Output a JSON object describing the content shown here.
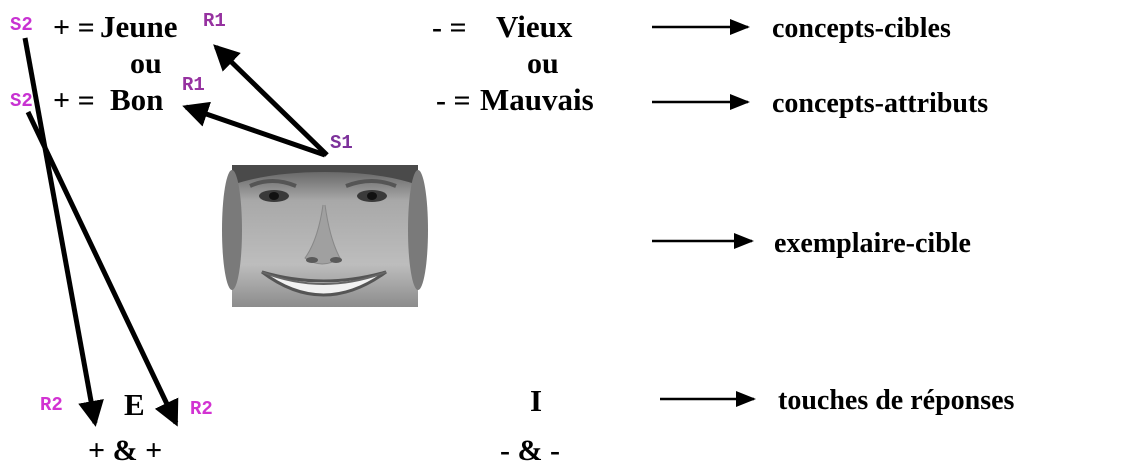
{
  "colors": {
    "s2": "#c832d2",
    "r1": "#9632a0",
    "s1": "#7d329b",
    "r2": "#d232d2",
    "ink": "#000000"
  },
  "left": {
    "s2_top": "S2",
    "plus_top": "+ =",
    "jeune": "Jeune",
    "r1_top": "R1",
    "ou": "ou",
    "s2_bottom": "S2",
    "plus_bottom": "+ =",
    "bon": "Bon",
    "r1_bottom": "R1",
    "s1": "S1"
  },
  "middle": {
    "minus_top": "- =",
    "vieux": "Vieux",
    "ou": "ou",
    "minus_bottom": "- =",
    "mauvais": "Mauvais"
  },
  "right": {
    "concepts_cibles": "concepts-cibles",
    "concepts_attributs": "concepts-attributs",
    "exemplaire_cible": "exemplaire-cible",
    "touches": "touches de réponses"
  },
  "bottom": {
    "r2_left": "R2",
    "e": "E",
    "r2_right": "R2",
    "plus_and": "+ & +",
    "i": "I",
    "minus_and": "- & -"
  },
  "photo": {
    "icon": "smiling-face-photo"
  }
}
